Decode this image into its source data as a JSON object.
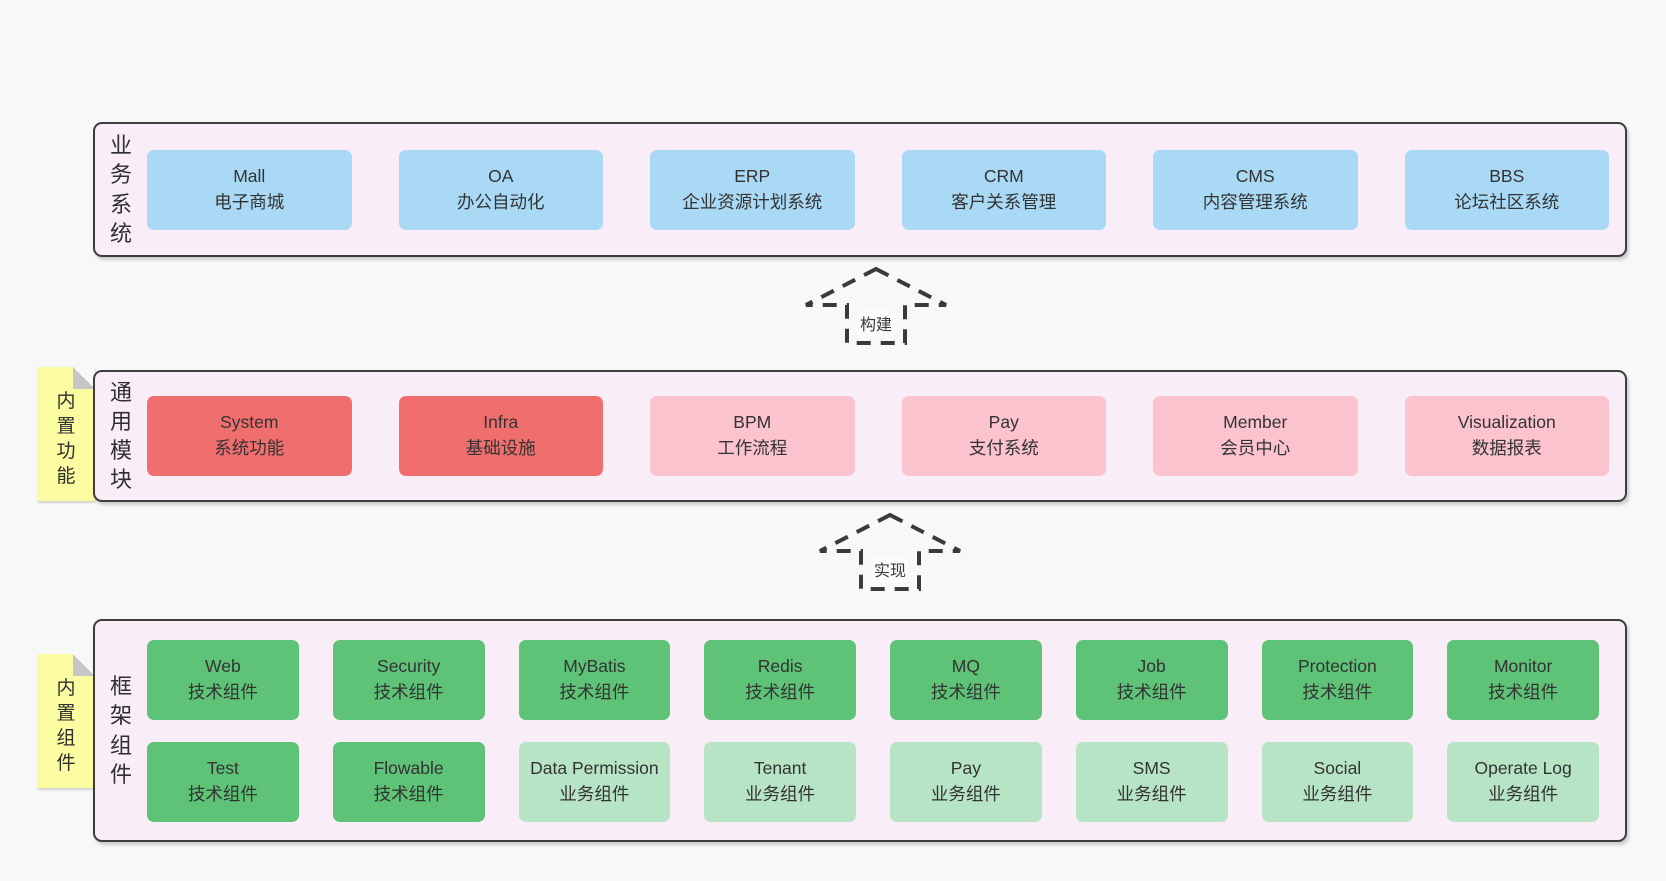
{
  "colors": {
    "page_bg": "#f8f8f8",
    "container_bg": "#f9eef8",
    "container_border": "#3d3d3d",
    "blue": "#a9d9f5",
    "red": "#f06e6e",
    "pink": "#fac3ce",
    "green": "#5ec377",
    "light_green": "#b7e4c4",
    "note_yellow": "#fbfba1",
    "arrow_stroke": "#3a3a3a",
    "text": "#333333"
  },
  "arrows": {
    "build": {
      "label": "构建"
    },
    "implement": {
      "label": "实现"
    }
  },
  "sections": {
    "business": {
      "side_label": "业务系统",
      "boxes": [
        {
          "name": "Mall",
          "desc": "电子商城",
          "color": "blue"
        },
        {
          "name": "OA",
          "desc": "办公自动化",
          "color": "blue"
        },
        {
          "name": "ERP",
          "desc": "企业资源计划系统",
          "color": "blue"
        },
        {
          "name": "CRM",
          "desc": "客户关系管理",
          "color": "blue"
        },
        {
          "name": "CMS",
          "desc": "内容管理系统",
          "color": "blue"
        },
        {
          "name": "BBS",
          "desc": "论坛社区系统",
          "color": "blue"
        }
      ]
    },
    "modules": {
      "sticky_note": "内置功能",
      "side_label": "通用模块",
      "boxes": [
        {
          "name": "System",
          "desc": "系统功能",
          "color": "red"
        },
        {
          "name": "Infra",
          "desc": "基础设施",
          "color": "red"
        },
        {
          "name": "BPM",
          "desc": "工作流程",
          "color": "pink"
        },
        {
          "name": "Pay",
          "desc": "支付系统",
          "color": "pink"
        },
        {
          "name": "Member",
          "desc": "会员中心",
          "color": "pink"
        },
        {
          "name": "Visualization",
          "desc": "数据报表",
          "color": "pink"
        }
      ]
    },
    "components": {
      "sticky_note": "内置组件",
      "side_label": "框架组件",
      "row1": [
        {
          "name": "Web",
          "desc": "技术组件",
          "color": "green"
        },
        {
          "name": "Security",
          "desc": "技术组件",
          "color": "green"
        },
        {
          "name": "MyBatis",
          "desc": "技术组件",
          "color": "green"
        },
        {
          "name": "Redis",
          "desc": "技术组件",
          "color": "green"
        },
        {
          "name": "MQ",
          "desc": "技术组件",
          "color": "green"
        },
        {
          "name": "Job",
          "desc": "技术组件",
          "color": "green"
        },
        {
          "name": "Protection",
          "desc": "技术组件",
          "color": "green"
        },
        {
          "name": "Monitor",
          "desc": "技术组件",
          "color": "green"
        }
      ],
      "row2": [
        {
          "name": "Test",
          "desc": "技术组件",
          "color": "green"
        },
        {
          "name": "Flowable",
          "desc": "技术组件",
          "color": "green"
        },
        {
          "name": "Data Permission",
          "desc": "业务组件",
          "color": "light_green"
        },
        {
          "name": "Tenant",
          "desc": "业务组件",
          "color": "light_green"
        },
        {
          "name": "Pay",
          "desc": "业务组件",
          "color": "light_green"
        },
        {
          "name": "SMS",
          "desc": "业务组件",
          "color": "light_green"
        },
        {
          "name": "Social",
          "desc": "业务组件",
          "color": "light_green"
        },
        {
          "name": "Operate Log",
          "desc": "业务组件",
          "color": "light_green"
        }
      ]
    }
  }
}
